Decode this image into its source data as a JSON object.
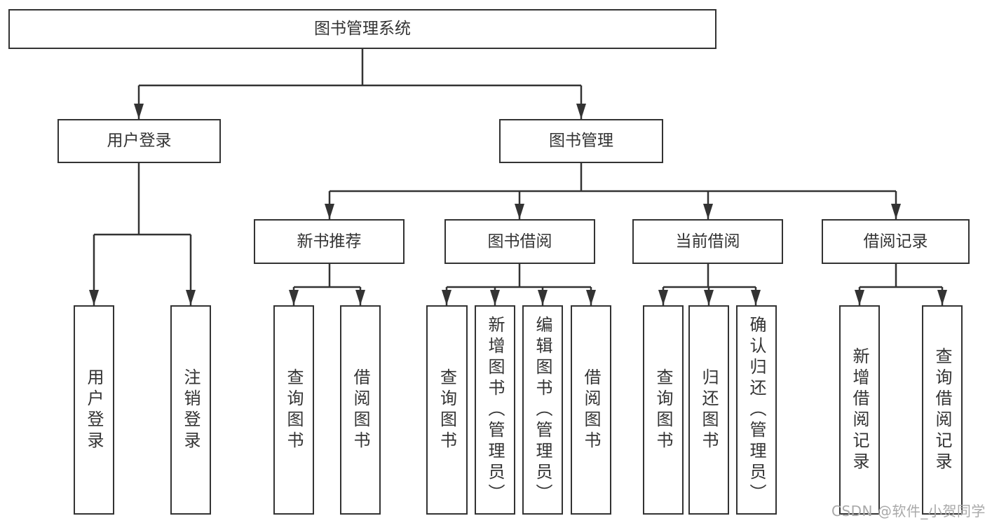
{
  "tree": {
    "root": {
      "label": "图书管理系统"
    },
    "level2": [
      {
        "label": "用户登录",
        "children": [
          {
            "label": "用户登录"
          },
          {
            "label": "注销登录"
          }
        ]
      },
      {
        "label": "图书管理",
        "children": [
          {
            "label": "新书推荐",
            "children": [
              {
                "label": "查询图书"
              },
              {
                "label": "借阅图书"
              }
            ]
          },
          {
            "label": "图书借阅",
            "children": [
              {
                "label": "查询图书"
              },
              {
                "label": "新增图书（管理员）"
              },
              {
                "label": "编辑图书（管理员）"
              },
              {
                "label": "借阅图书"
              }
            ]
          },
          {
            "label": "当前借阅",
            "children": [
              {
                "label": "查询图书"
              },
              {
                "label": "归还图书"
              },
              {
                "label": "确认归还（管理员）"
              }
            ]
          },
          {
            "label": "借阅记录",
            "children": [
              {
                "label": "新增借阅记录"
              },
              {
                "label": "查询借阅记录"
              }
            ]
          }
        ]
      }
    ]
  },
  "watermark": {
    "text": "CSDN @软件_小贺同学"
  },
  "colors": {
    "line": "#333333",
    "border": "#333333",
    "text": "#333333",
    "watermark": "#a9a9a9",
    "background": "#ffffff"
  }
}
